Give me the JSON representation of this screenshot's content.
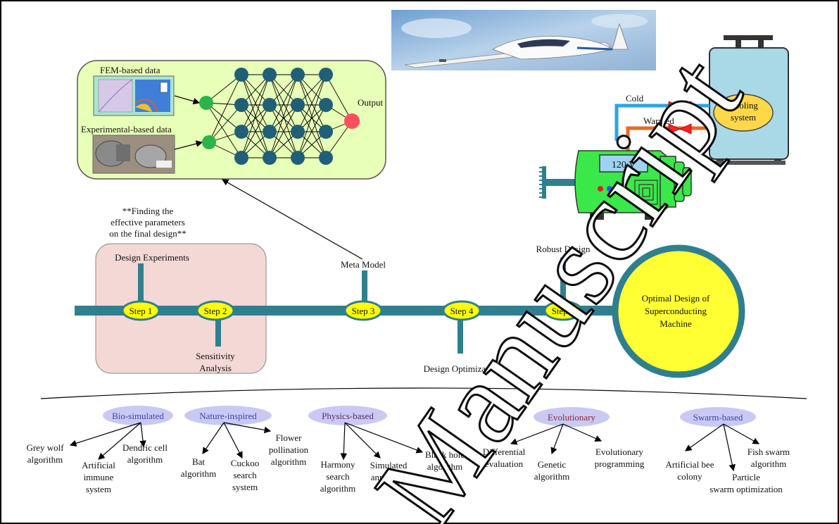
{
  "top_panel": {
    "fem_label": "FEM-based data",
    "exp_label": "Experimental-based data",
    "output_label": "Output"
  },
  "machine": {
    "cold_label": "Cold",
    "warmed_label": "Warmed",
    "voltage": "120 V",
    "cooling_line1": "Cooling",
    "cooling_line2": "system"
  },
  "notes": {
    "finding_line1": "**Finding the",
    "finding_line2": "effective parameters",
    "finding_line3": "on the final design**"
  },
  "process": {
    "step_labels": [
      "Step 1",
      "Step 2",
      "Step 3",
      "Step 4",
      "Step 5"
    ],
    "design_experiments": "Design Experiments",
    "sensitivity_line1": "Sensitivity",
    "sensitivity_line2": "Analysis",
    "meta_model": "Meta Model",
    "design_optimization": "Design Optimization",
    "robust_design": "Robust Design",
    "goal_line1": "Optimal Design of",
    "goal_line2": "Superconducting",
    "goal_line3": "Machine"
  },
  "categories": [
    {
      "name": "Bio-simulated",
      "color": "#3a45b0",
      "algorithms": [
        [
          "Grey wolf",
          "algorithm"
        ],
        [
          "Artificial",
          "immune",
          "system"
        ],
        [
          "Dendric cell",
          "algorithm"
        ]
      ]
    },
    {
      "name": "Nature-inspired",
      "color": "#3a45b0",
      "algorithms": [
        [
          "Bat",
          "algorithm"
        ],
        [
          "Cuckoo",
          "search",
          "system"
        ],
        [
          "Flower",
          "pollination",
          "algorithm"
        ]
      ]
    },
    {
      "name": "Physics-based",
      "color": "#5a2a6a",
      "algorithms": [
        [
          "Harmony",
          "search",
          "algorithm"
        ],
        [
          "Simulated",
          "annealing"
        ],
        [
          "Black hole",
          "algorithm"
        ]
      ]
    },
    {
      "name": "Evolutionary",
      "color": "#8a2a3a",
      "algorithms": [
        [
          "Differential",
          "evaluation"
        ],
        [
          "Genetic",
          "algorithm"
        ],
        [
          "Evolutionary",
          "programming"
        ]
      ]
    },
    {
      "name": "Swarm-based",
      "color": "#3a45b0",
      "algorithms": [
        [
          "Artificial bee",
          "colony"
        ],
        [
          "Particle",
          "swarm optimization"
        ],
        [
          "Fish swarm",
          "algorithm"
        ]
      ]
    }
  ],
  "watermark": "Manuscript",
  "colors": {
    "bar": "#2f7f8f",
    "step_fill": "#ffff00",
    "goal_fill": "#ffff33",
    "goal_ring": "#2f7f8f",
    "panel_green": "#e8ffb8",
    "neuron": "#1f5f78",
    "input_neuron": "#2db34a",
    "output_neuron": "#ff4f5f",
    "pink_box": "#f3d8d6",
    "machine_green": "#3be84a",
    "tank": "#a9d8e6",
    "category_ellipse": "#c9c9f4",
    "cold_pipe": "#2fa4e0",
    "warm_pipe": "#e86a20",
    "valve": "#ff2020"
  }
}
